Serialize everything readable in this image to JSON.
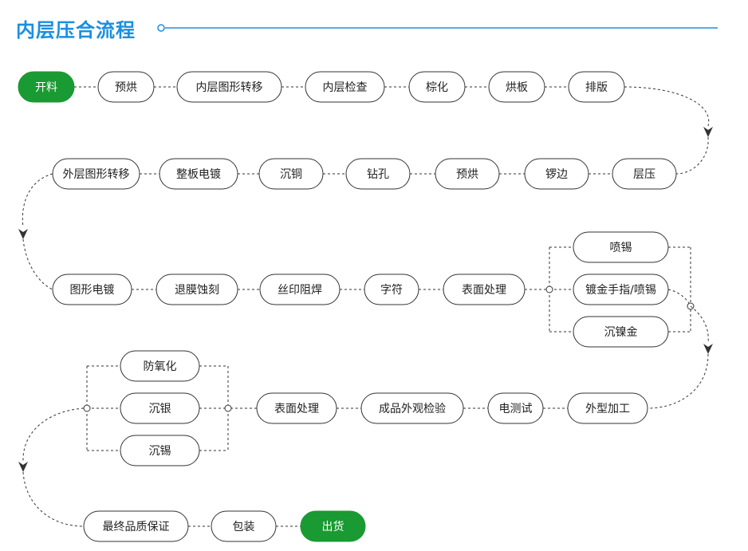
{
  "page": {
    "title": "内层压合流程"
  },
  "colors": {
    "accent_blue": "#1a8fe0",
    "start_end_green": "#1a9a32",
    "node_border": "#333333",
    "connector": "#333333"
  },
  "flow": {
    "row1": [
      "开料",
      "预烘",
      "内层图形转移",
      "内层检查",
      "棕化",
      "烘板",
      "排版"
    ],
    "row2": [
      "层压",
      "锣边",
      "预烘",
      "钻孔",
      "沉铜",
      "整板电镀",
      "外层图形转移"
    ],
    "row3": [
      "图形电镀",
      "退膜蚀刻",
      "丝印阻焊",
      "字符",
      "表面处理"
    ],
    "row3_branch": [
      "喷锡",
      "镀金手指/喷锡",
      "沉镍金"
    ],
    "row4": [
      "外型加工",
      "电测试",
      "成品外观检验",
      "表面处理"
    ],
    "row4_branch": [
      "防氧化",
      "沉银",
      "沉锡"
    ],
    "row5": [
      "最终品质保证",
      "包装",
      "出货"
    ]
  }
}
